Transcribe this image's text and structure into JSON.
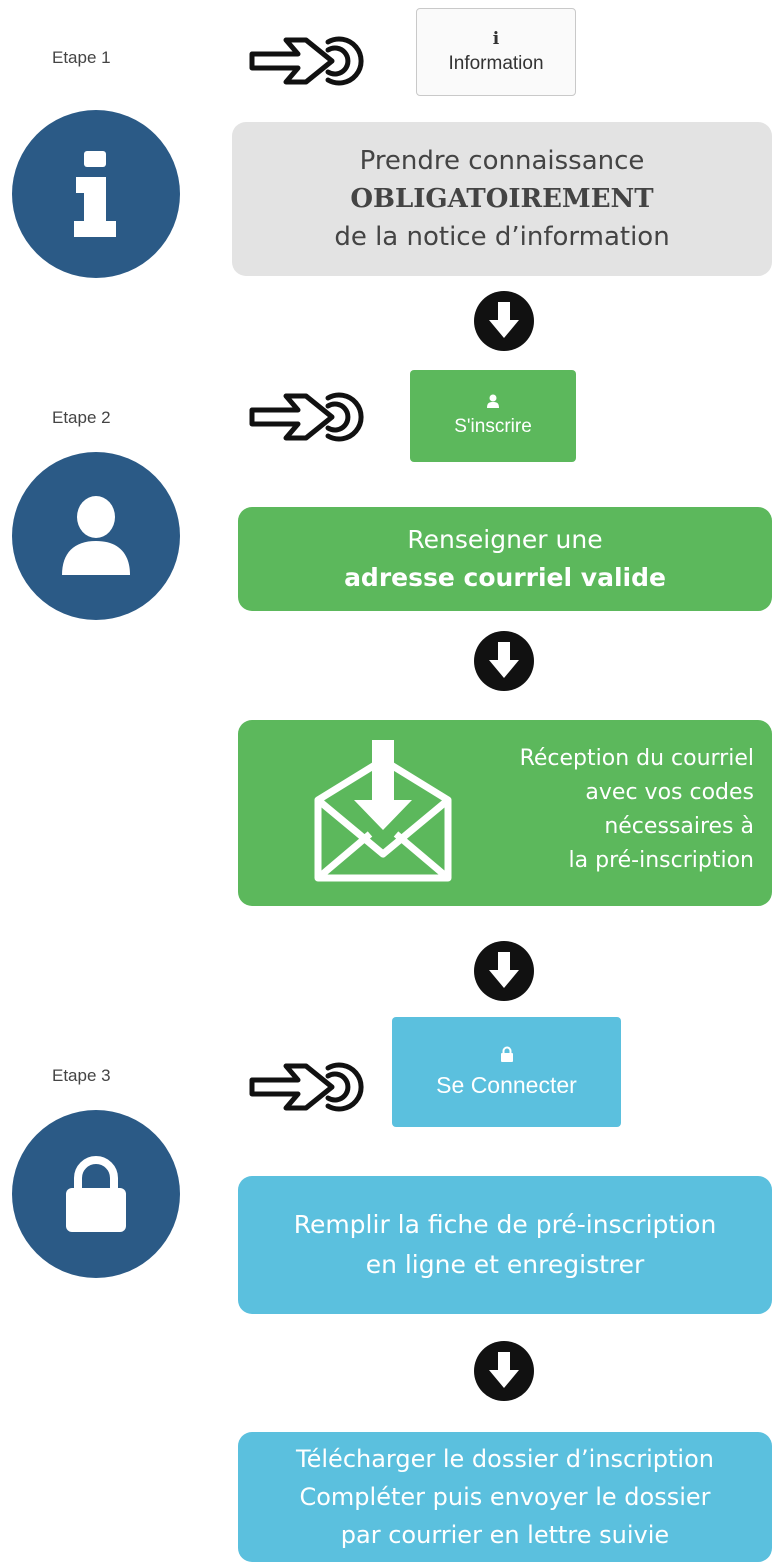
{
  "steps": [
    {
      "label": "Etape 1"
    },
    {
      "label": "Etape 2"
    },
    {
      "label": "Etape 3"
    }
  ],
  "buttons": {
    "information": {
      "icon_text": "i",
      "label": "Information"
    },
    "inscrire": {
      "label": "S'inscrire"
    },
    "connecter": {
      "label": "Se Connecter"
    }
  },
  "boxes": {
    "notice": {
      "line1": "Prendre connaissance",
      "line2": "OBLIGATOIREMENT",
      "line3": "de la notice d’information"
    },
    "courriel": {
      "line1": "Renseigner une",
      "line2": "adresse courriel valide"
    },
    "reception": {
      "line1": "Réception du courriel",
      "line2": "avec vos codes",
      "line3": "nécessaires à",
      "line4": "la pré-inscription"
    },
    "fiche": {
      "line1": "Remplir la fiche de pré-inscription",
      "line2": "en ligne et enregistrer"
    },
    "dossier": {
      "line1": "Télécharger le dossier d’inscription",
      "line2": "Compléter puis envoyer le dossier",
      "line3": "par courrier en lettre suivie"
    }
  },
  "colors": {
    "step_circle": "#2b5a86",
    "green": "#5cb85c",
    "blue": "#5bc0de",
    "grey_box": "#e3e3e3"
  },
  "icons": [
    "info-icon",
    "user-icon",
    "lock-icon",
    "pointing-hand-icon",
    "down-arrow-icon",
    "envelope-download-icon"
  ]
}
